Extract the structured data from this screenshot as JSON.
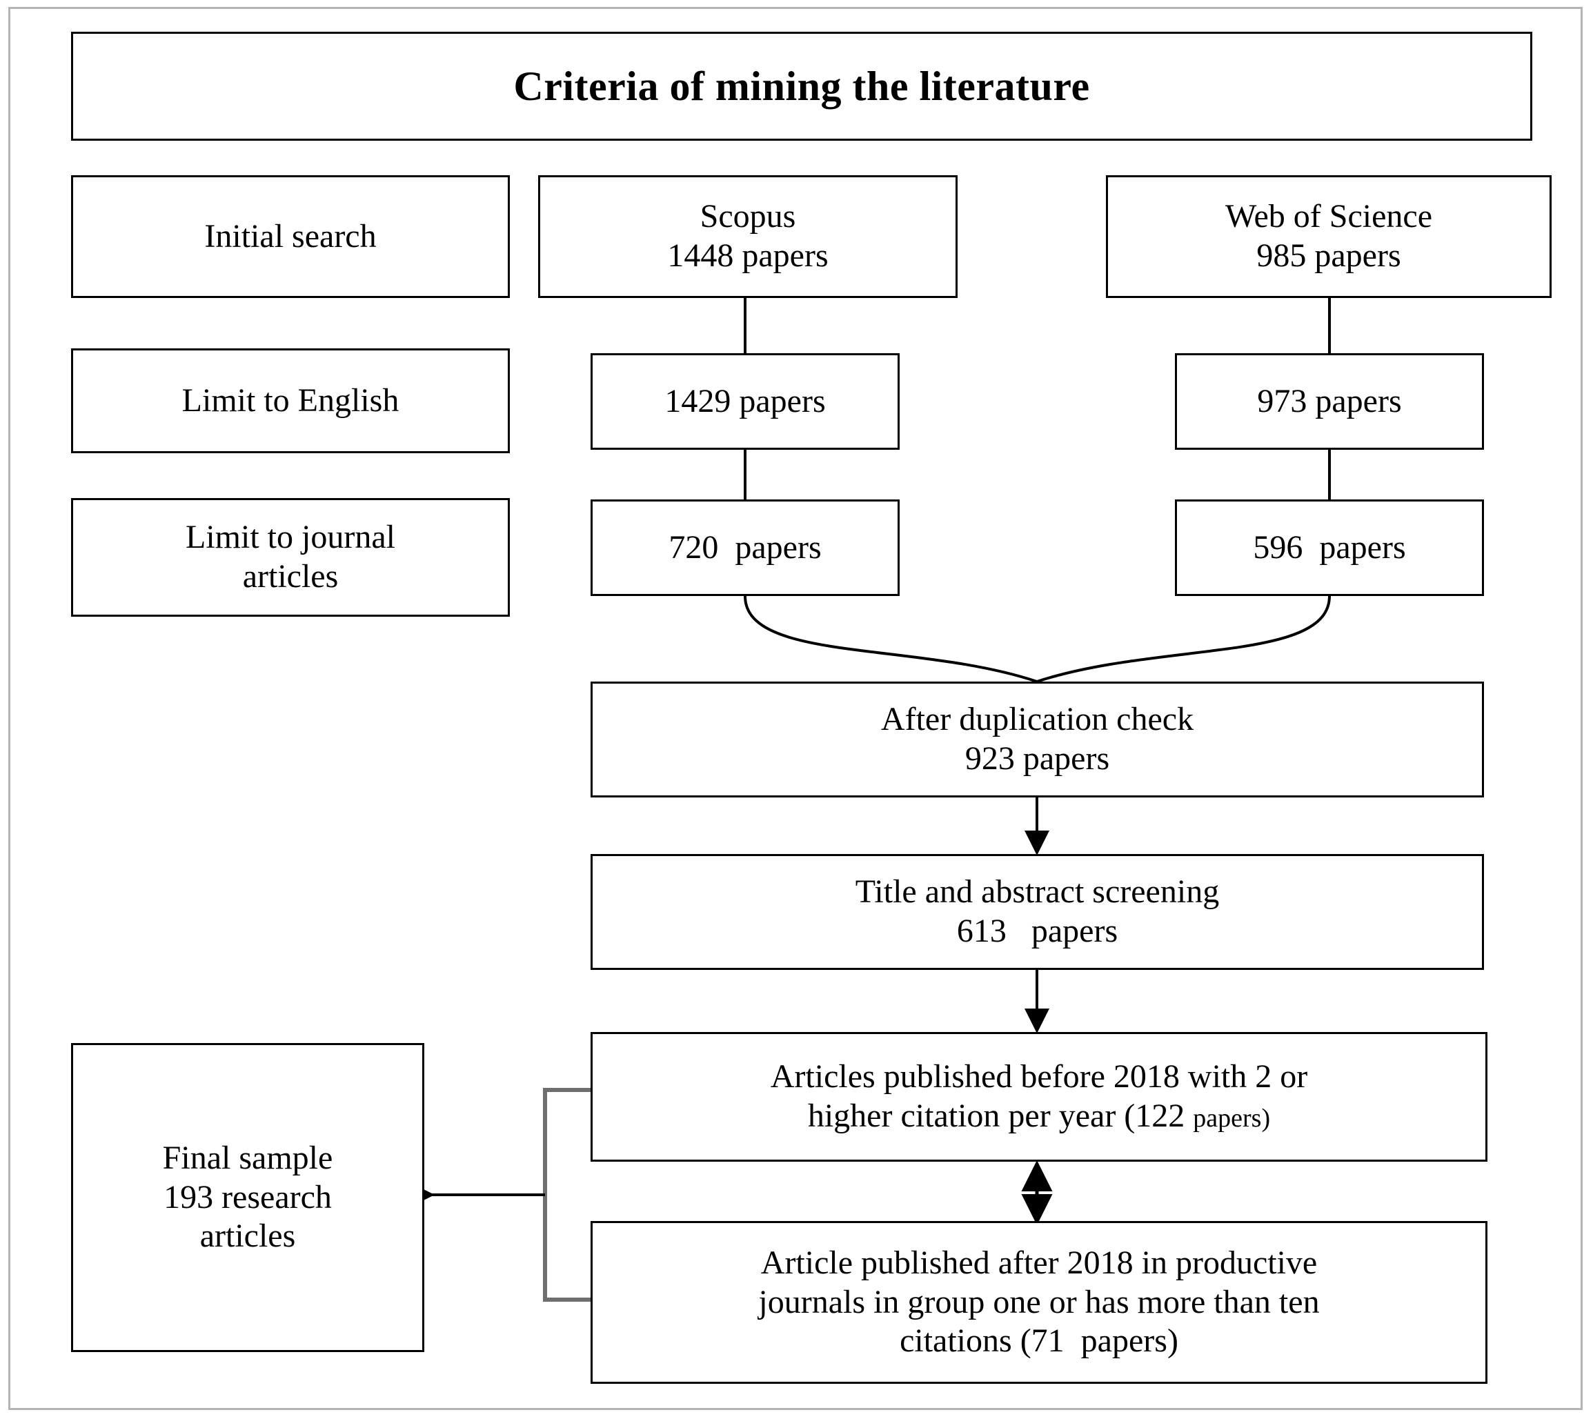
{
  "title": "Criteria of mining the literature",
  "stages": {
    "initial_search": "Initial search",
    "limit_english": "Limit to English",
    "limit_journal_line1": "Limit to journal",
    "limit_journal_line2": "articles"
  },
  "sources": {
    "scopus": {
      "name": "Scopus",
      "count": "1448 papers",
      "english": "1429 papers",
      "journal": "720  papers"
    },
    "wos": {
      "name": "Web of Science",
      "count": "985 papers",
      "english": "973 papers",
      "journal": "596  papers"
    }
  },
  "pipeline": {
    "duplication_label": "After duplication check",
    "duplication_count": "923 papers",
    "screening_label": "Title and abstract screening",
    "screening_count": "613   papers",
    "before_2018_line1": "Articles published before 2018 with 2 or",
    "before_2018_line2a": "higher citation per year (122 ",
    "before_2018_line2b": "papers)",
    "after_2018_line1": "Article published after 2018 in productive",
    "after_2018_line2": "journals in group one or has more than ten",
    "after_2018_line3": "citations (71  papers)"
  },
  "final_sample": {
    "line1": "Final sample",
    "line2": "193 research",
    "line3": "articles"
  },
  "colors": {
    "stroke": "#000000",
    "frame": "#b4b4b4",
    "bracket": "#6e6e6e",
    "background": "#ffffff"
  },
  "chart_data": {
    "type": "diagram",
    "title": "Criteria of mining the literature",
    "nodes": [
      {
        "id": "scopus",
        "label": "Scopus",
        "value": 1448,
        "unit": "papers"
      },
      {
        "id": "wos",
        "label": "Web of Science",
        "value": 985,
        "unit": "papers"
      },
      {
        "id": "scopus_english",
        "label": "Limit to English (Scopus)",
        "value": 1429,
        "unit": "papers"
      },
      {
        "id": "wos_english",
        "label": "Limit to English (Web of Science)",
        "value": 973,
        "unit": "papers"
      },
      {
        "id": "scopus_journal",
        "label": "Limit to journal articles (Scopus)",
        "value": 720,
        "unit": "papers"
      },
      {
        "id": "wos_journal",
        "label": "Limit to journal articles (Web of Science)",
        "value": 596,
        "unit": "papers"
      },
      {
        "id": "dedup",
        "label": "After duplication check",
        "value": 923,
        "unit": "papers"
      },
      {
        "id": "screening",
        "label": "Title and abstract screening",
        "value": 613,
        "unit": "papers"
      },
      {
        "id": "before_2018",
        "label": "Articles published before 2018 with 2 or higher citation per year",
        "value": 122,
        "unit": "papers"
      },
      {
        "id": "after_2018",
        "label": "Article published after 2018 in productive journals in group one or has more than ten citations",
        "value": 71,
        "unit": "papers"
      },
      {
        "id": "final",
        "label": "Final sample research articles",
        "value": 193,
        "unit": "research articles"
      }
    ],
    "edges": [
      {
        "from": "scopus",
        "to": "scopus_english"
      },
      {
        "from": "scopus_english",
        "to": "scopus_journal"
      },
      {
        "from": "wos",
        "to": "wos_english"
      },
      {
        "from": "wos_english",
        "to": "wos_journal"
      },
      {
        "from": "scopus_journal",
        "to": "dedup"
      },
      {
        "from": "wos_journal",
        "to": "dedup"
      },
      {
        "from": "dedup",
        "to": "screening"
      },
      {
        "from": "screening",
        "to": "before_2018"
      },
      {
        "from": "before_2018",
        "to": "after_2018",
        "style": "double-arrow"
      },
      {
        "from": "before_2018",
        "to": "final"
      },
      {
        "from": "after_2018",
        "to": "final"
      }
    ]
  }
}
